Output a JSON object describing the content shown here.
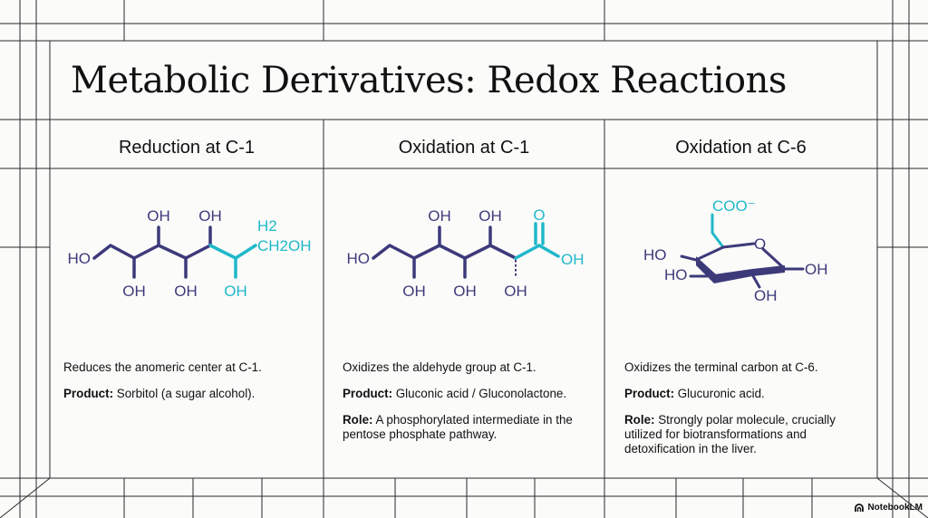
{
  "title": "Metabolic Derivatives: Redox Reactions",
  "columns": [
    {
      "heading": "Reduction at C-1",
      "structure": {
        "top_labels": [
          "OH",
          "OH"
        ],
        "bottom_labels": [
          "OH",
          "OH"
        ],
        "left_label": "HO",
        "highlight_top": "H2",
        "highlight_right": "CH2OH",
        "highlight_bottom": "OH"
      },
      "description": "Reduces the anomeric center at C-1.",
      "product_label": "Product:",
      "product_text": " Sorbitol (a sugar alcohol)."
    },
    {
      "heading": "Oxidation at C-1",
      "structure": {
        "top_labels": [
          "OH",
          "OH"
        ],
        "bottom_labels": [
          "OH",
          "OH"
        ],
        "left_label": "HO",
        "highlight_top": "O",
        "highlight_right": "OH",
        "hashed_bottom": "OH"
      },
      "description": "Oxidizes the aldehyde group at C-1.",
      "product_label": "Product:",
      "product_text": " Gluconic acid / Gluconolactone.",
      "role_label": "Role:",
      "role_text": " A phosphorylated intermediate in the pentose phosphate pathway."
    },
    {
      "heading": "Oxidation at C-6",
      "structure": {
        "carboxylate": "COO⁻",
        "ring_oxygen": "O",
        "left_top": "HO",
        "left_bottom": "HO",
        "right": "OH",
        "bottom": "OH"
      },
      "description": "Oxidizes the terminal carbon at C-6.",
      "product_label": "Product:",
      "product_text": " Glucuronic acid.",
      "role_label": "Role:",
      "role_text": " Strongly polar molecule, crucially utilized for biotransformations and detoxification in the liver."
    }
  ],
  "brand": "NotebookLM",
  "colors": {
    "structure": "#3d3a7a",
    "highlight": "#1fb8c9",
    "grid": "#2a2a2a",
    "background": "#fbfbfa"
  }
}
